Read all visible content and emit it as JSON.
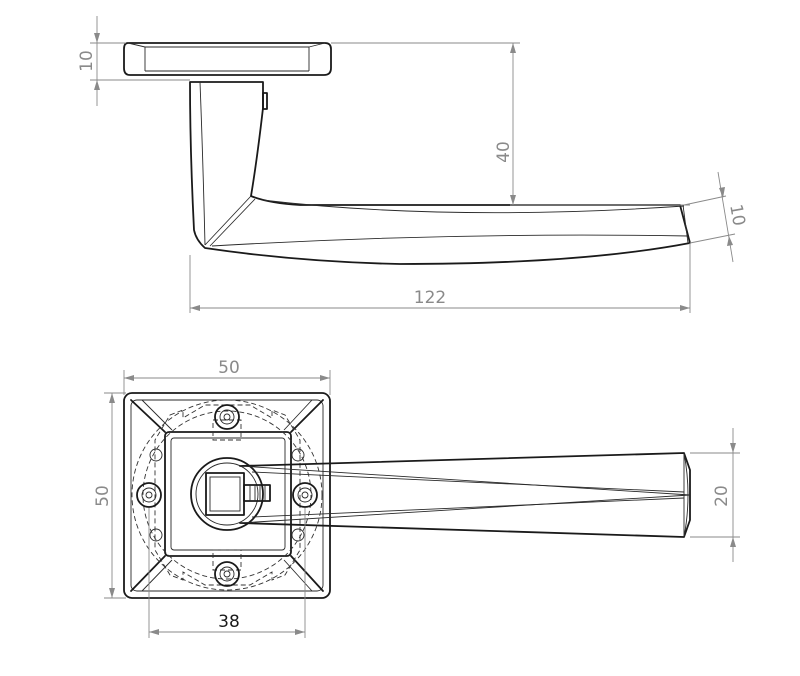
{
  "side_view": {
    "dim_rose_height": "10",
    "dim_lever_drop": "40",
    "dim_tip_thickness": "10",
    "dim_total_length": "122"
  },
  "top_view": {
    "dim_rose_width": "50",
    "dim_rose_height": "50",
    "dim_tip_width": "20",
    "dim_fixing_spacing": "38"
  }
}
